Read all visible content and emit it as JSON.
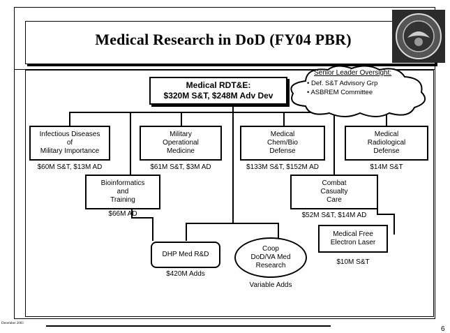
{
  "title": "Medical Research in DoD (FY04 PBR)",
  "top_box": {
    "line1": "Medical RDT&E:",
    "line2": "$320M S&T, $248M Adv Dev"
  },
  "oversight": {
    "heading": "Senior Leader Oversight:",
    "items": [
      "• Def. S&T Advisory Grp",
      "• ASBREM Committee"
    ]
  },
  "branches": [
    {
      "label": "Infectious Diseases\nof\nMilitary Importance",
      "funding": "$60M S&T, $13M AD"
    },
    {
      "label": "Military\nOperational\nMedicine",
      "funding": "$61M S&T, $3M AD"
    },
    {
      "label": "Medical\nChem/Bio\nDefense",
      "funding": "$133M S&T, $152M AD"
    },
    {
      "label": "Medical\nRadiological\nDefense",
      "funding": "$14M S&T"
    }
  ],
  "bioinformatics": {
    "label": "Bioinformatics\nand\nTraining",
    "funding": "$66M AD"
  },
  "combat_care": {
    "label": "Combat\nCasualty\nCare",
    "funding": "$52M S&T, $14M AD"
  },
  "laser": {
    "label": "Medical Free\nElectron Laser",
    "funding": "$10M S&T"
  },
  "dhp": {
    "label": "DHP Med R&D",
    "funding": "$420M Adds"
  },
  "coop": {
    "label": "Coop\nDoD/VA Med\nResearch",
    "funding": "Variable Adds"
  },
  "footer": {
    "left_text": "December 2003",
    "page_number": "6"
  }
}
